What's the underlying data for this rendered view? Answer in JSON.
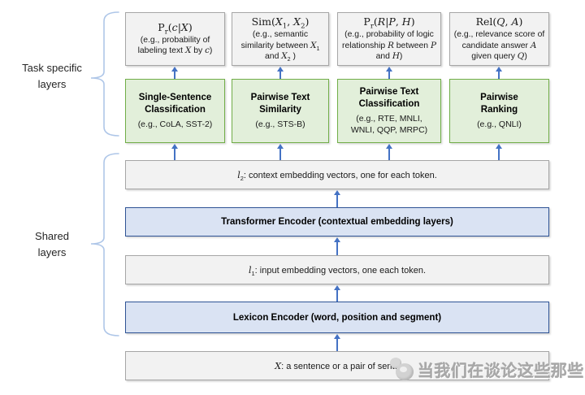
{
  "side_labels": {
    "task_specific": "Task specific\nlayers",
    "shared": "Shared\nlayers"
  },
  "task_boxes": [
    {
      "title": [
        {
          "t": "P"
        },
        {
          "t": "r",
          "sub": true
        },
        {
          "t": "("
        },
        {
          "t": "c",
          "i": true
        },
        {
          "t": "|"
        },
        {
          "t": "X",
          "i": true
        },
        {
          "t": ")"
        }
      ],
      "desc": [
        {
          "t": "(e.g., probability of labeling text "
        },
        {
          "t": "X",
          "i": true
        },
        {
          "t": " by "
        },
        {
          "t": "c",
          "i": true
        },
        {
          "t": ")"
        }
      ]
    },
    {
      "title": [
        {
          "t": "Sim("
        },
        {
          "t": "X",
          "i": true
        },
        {
          "t": "1",
          "sub": true
        },
        {
          "t": ", "
        },
        {
          "t": "X",
          "i": true
        },
        {
          "t": "2",
          "sub": true
        },
        {
          "t": ")"
        }
      ],
      "desc": [
        {
          "t": "(e.g., semantic similarity between "
        },
        {
          "t": "X",
          "i": true
        },
        {
          "t": "1",
          "sub": true
        },
        {
          "t": " and "
        },
        {
          "t": "X",
          "i": true
        },
        {
          "t": "2",
          "sub": true
        },
        {
          "t": " )"
        }
      ]
    },
    {
      "title": [
        {
          "t": "P"
        },
        {
          "t": "r",
          "sub": true
        },
        {
          "t": "("
        },
        {
          "t": "R",
          "i": true
        },
        {
          "t": "|"
        },
        {
          "t": "P",
          "i": true
        },
        {
          "t": ", "
        },
        {
          "t": "H",
          "i": true
        },
        {
          "t": ")"
        }
      ],
      "desc": [
        {
          "t": "(e.g., probability of logic relationship "
        },
        {
          "t": "R",
          "i": true
        },
        {
          "t": " between "
        },
        {
          "t": "P",
          "i": true
        },
        {
          "t": " and "
        },
        {
          "t": "H",
          "i": true
        },
        {
          "t": ")"
        }
      ]
    },
    {
      "title": [
        {
          "t": "Rel("
        },
        {
          "t": "Q",
          "i": true
        },
        {
          "t": ", "
        },
        {
          "t": "A",
          "i": true
        },
        {
          "t": ")"
        }
      ],
      "desc": [
        {
          "t": "(e.g., relevance score of candidate answer "
        },
        {
          "t": "A",
          "i": true
        },
        {
          "t": " given query "
        },
        {
          "t": "Q",
          "i": true
        },
        {
          "t": ")"
        }
      ]
    }
  ],
  "task_layers": [
    {
      "name": "Single-Sentence\nClassification",
      "eg": "(e.g., CoLA, SST-2)"
    },
    {
      "name": "Pairwise Text\nSimilarity",
      "eg": "(e.g., STS-B)"
    },
    {
      "name": "Pairwise Text\nClassification",
      "eg": "(e.g., RTE, MNLI,\nWNLI, QQP, MRPC)"
    },
    {
      "name": "Pairwise\nRanking",
      "eg": "(e.g., QNLI)"
    }
  ],
  "shared_layers": {
    "l2": [
      {
        "t": "l",
        "i": true
      },
      {
        "t": "2",
        "sub": true
      },
      {
        "t": ": context embedding vectors, one for each token."
      }
    ],
    "transformer": "Transformer Encoder (contextual embedding layers)",
    "l1": [
      {
        "t": "l",
        "i": true
      },
      {
        "t": "1",
        "sub": true
      },
      {
        "t": ": input embedding vectors, one each token."
      }
    ],
    "lexicon": "Lexicon Encoder (word, position and segment)",
    "input": [
      {
        "t": "X",
        "i": true
      },
      {
        "t": ": a sentence or a pair of sente"
      }
    ]
  },
  "watermark": {
    "text": "当我们在谈论这些那些"
  },
  "colors": {
    "arrow": "#4472c4",
    "brace": "#aec6e8",
    "green_fill": "#e2efda",
    "green_border": "#70ad47",
    "blue_fill": "#dae3f3",
    "blue_border": "#2e5395",
    "gray_fill": "#f2f2f2",
    "gray_border": "#a6a6a6"
  }
}
